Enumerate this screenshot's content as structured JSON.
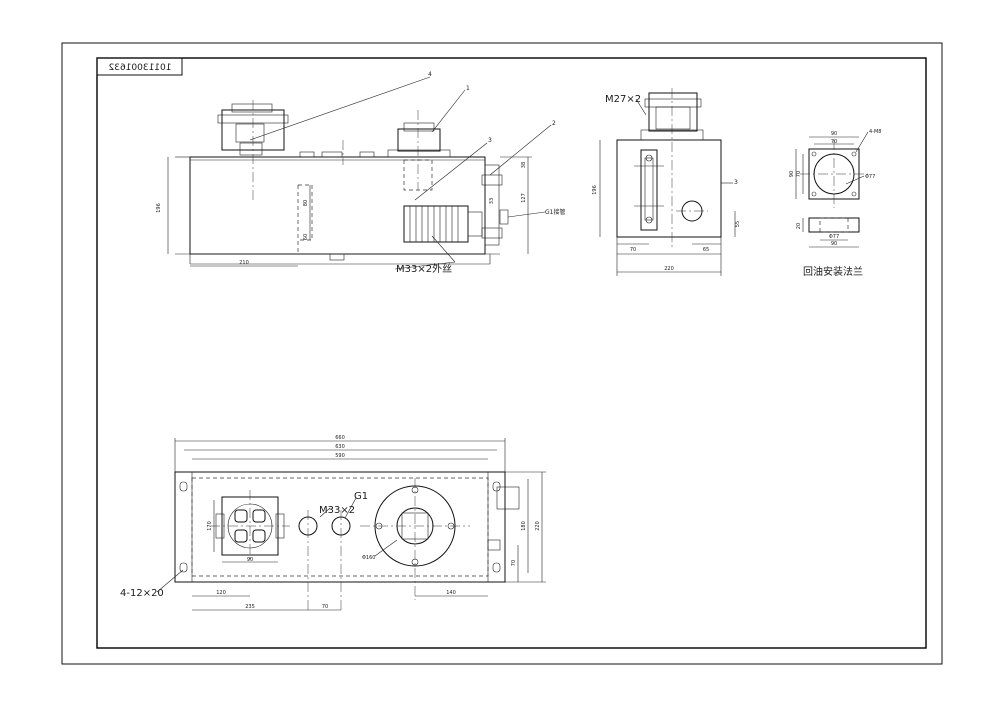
{
  "title_block": {
    "drawing_number": "10113001632"
  },
  "front_view": {
    "part_numbers": [
      "4",
      "1",
      "3",
      "2"
    ],
    "dims": {
      "height": "196",
      "width_left": "210",
      "h_top": "80",
      "h_bottom": "60",
      "r_38": "38",
      "r_127": "127",
      "r_33": "33"
    },
    "thread_label": "M33×2外丝",
    "fitting_label": "G1接管"
  },
  "side_view": {
    "thread_label": "M27×2",
    "callout": "3",
    "dims": {
      "height": "196",
      "d70": "70",
      "d65": "65",
      "d55": "55",
      "width": "220"
    }
  },
  "flange_view": {
    "bolts": "4-M8",
    "dims": {
      "w90": "90",
      "w70": "70",
      "h90": "90",
      "h70": "70",
      "dia": "Φ77",
      "thick": "20",
      "dia2": "Φ77",
      "w90b": "90"
    },
    "caption": "回油安装法兰"
  },
  "top_view": {
    "dims": {
      "total": "660",
      "holes": "630",
      "body": "590",
      "w170": "170",
      "w90": "90",
      "d120": "120",
      "d235": "235",
      "d70": "70",
      "d140": "140",
      "h180": "180",
      "h220": "220",
      "d70r": "70",
      "dia160": "Φ160"
    },
    "labels": {
      "thread": "M33×2",
      "g1": "G1",
      "holes": "4-12×20"
    }
  }
}
